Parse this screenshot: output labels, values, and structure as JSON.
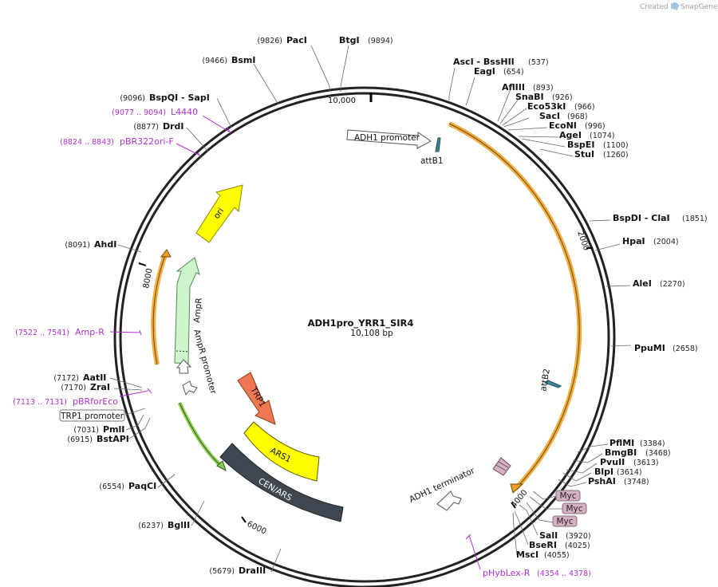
{
  "credit": {
    "prefix": "Created by",
    "brand": "SnapGene"
  },
  "plasmid": {
    "name": "ADH1pro_YRR1_SIR4",
    "length_label": "10,108 bp"
  },
  "ticks": [
    {
      "label": "10,000"
    },
    {
      "label": "2000"
    },
    {
      "label": "4000"
    },
    {
      "label": "6000"
    },
    {
      "label": "8000"
    }
  ],
  "sites": [
    {
      "pos": "(9826)",
      "name": "PacI"
    },
    {
      "pos": "(9894)",
      "name": "BtgI"
    },
    {
      "pos": "(9466)",
      "name": "BsmI"
    },
    {
      "pos": "(537)",
      "name": "AscI   - BssHII"
    },
    {
      "pos": "(654)",
      "name": "EagI"
    },
    {
      "pos": "(893)",
      "name": "AflIII"
    },
    {
      "pos": "(926)",
      "name": "SnaBI"
    },
    {
      "pos": "(966)",
      "name": "Eco53kI"
    },
    {
      "pos": "(968)",
      "name": "SacI"
    },
    {
      "pos": "(996)",
      "name": "EcoNI"
    },
    {
      "pos": "(1074)",
      "name": "AgeI"
    },
    {
      "pos": "(1100)",
      "name": "BspEI"
    },
    {
      "pos": "(1260)",
      "name": "StuI"
    },
    {
      "pos": "(1851)",
      "name": "BspDI   - ClaI"
    },
    {
      "pos": "(2004)",
      "name": "HpaI"
    },
    {
      "pos": "(2270)",
      "name": "AleI"
    },
    {
      "pos": "(2658)",
      "name": "PpuMI"
    },
    {
      "pos": "(3384)",
      "name": "PflMI"
    },
    {
      "pos": "(3468)",
      "name": "BmgBI"
    },
    {
      "pos": "(3613)",
      "name": "PvuII"
    },
    {
      "pos": "(3614)",
      "name": "BlpI"
    },
    {
      "pos": "(3748)",
      "name": "PshAI"
    },
    {
      "pos": "(3920)",
      "name": "SalI"
    },
    {
      "pos": "(4025)",
      "name": "BseRI"
    },
    {
      "pos": "(4055)",
      "name": "MscI"
    },
    {
      "pos": "(5679)",
      "name": "DraIII"
    },
    {
      "pos": "(6237)",
      "name": "BglII"
    },
    {
      "pos": "(6554)",
      "name": "PaqCI"
    },
    {
      "pos": "(6915)",
      "name": "BstAPI"
    },
    {
      "pos": "(7031)",
      "name": "PmlI"
    },
    {
      "pos": "(7170)",
      "name": "ZraI"
    },
    {
      "pos": "(7172)",
      "name": "AatII"
    },
    {
      "pos": "(8091)",
      "name": "AhdI"
    },
    {
      "pos": "(8877)",
      "name": "DrdI"
    },
    {
      "pos": "(9096)",
      "name": "BspQI   - SapI"
    }
  ],
  "primers": [
    {
      "pos": "(9077 .. 9094)",
      "name": "L4440"
    },
    {
      "pos": "(8824 .. 8843)",
      "name": "pBR322ori-F"
    },
    {
      "pos": "(7522 .. 7541)",
      "name": "Amp-R"
    },
    {
      "pos": "(7113 .. 7131)",
      "name": "pBRforEco"
    },
    {
      "pos": "(4354 .. 4378)",
      "name": "pHybLex-R"
    }
  ],
  "features": {
    "adh1_promoter": "ADH1 promoter",
    "attb1": "attB1",
    "attb2": "attB2",
    "ori": "ori",
    "ampr": "AmpR",
    "ampr_promoter": "AmpR promoter",
    "trp1": "TRP1",
    "ars1": "ARS1",
    "cen_ars": "CEN/ARS",
    "adh1_terminator": "ADH1 terminator",
    "trp1_promoter": "TRP1 promoter",
    "myc": [
      "Myc",
      "Myc",
      "Myc"
    ]
  },
  "colors": {
    "backbone": "#222222",
    "insert_orange": "#f0a020",
    "ori_yellow": "#ffff00",
    "ampr_green": "#ccf5cc",
    "trp1_orange": "#f07850",
    "cen_ars_slate": "#3e4852",
    "primer_purple": "#b030d0",
    "myc_pink": "#d4b0c0"
  }
}
